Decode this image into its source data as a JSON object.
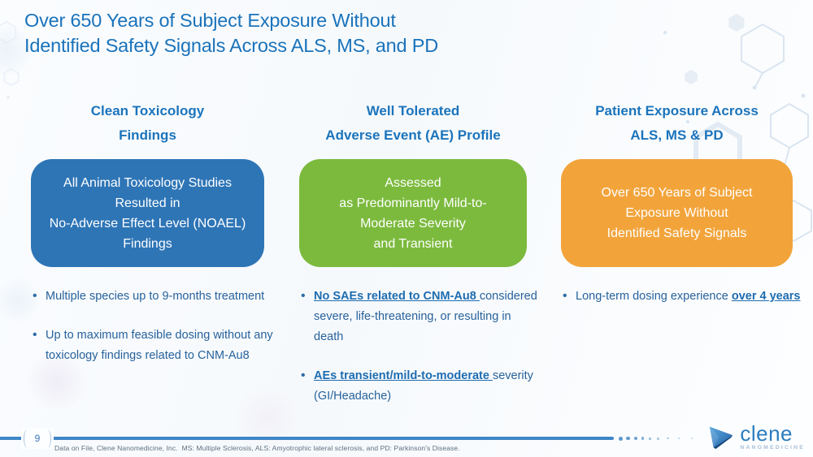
{
  "slide": {
    "title": "Over 650 Years of Subject Exposure Without\nIdentified Safety Signals Across ALS, MS, and PD"
  },
  "columns": [
    {
      "header": "Clean Toxicology\nFindings",
      "box": {
        "text": "All Animal Toxicology Studies\nResulted in\nNo-Adverse Effect Level (NOAEL)\nFindings",
        "color": "#2e75b6"
      },
      "bullets": [
        {
          "pre": "Multiple species up to 9-months treatment",
          "strong": "",
          "post": ""
        },
        {
          "pre": "Up to maximum feasible dosing without any toxicology findings related to CNM-Au8",
          "strong": "",
          "post": ""
        }
      ]
    },
    {
      "header": "Well Tolerated\nAdverse Event (AE) Profile",
      "box": {
        "text": "Assessed\nas Predominantly Mild-to-\nModerate Severity\nand Transient",
        "color": "#7cba3e"
      },
      "bullets": [
        {
          "pre": "",
          "strong": "No SAEs related to CNM-Au8 ",
          "post": "considered severe, life-threatening, or resulting in death"
        },
        {
          "pre": "",
          "strong": "AEs transient/mild-to-moderate ",
          "post": "severity (GI/Headache)"
        }
      ]
    },
    {
      "header": "Patient Exposure Across\nALS, MS & PD",
      "box": {
        "text": "Over 650 Years of Subject\nExposure Without\nIdentified Safety Signals",
        "color": "#f2a43b"
      },
      "bullets": [
        {
          "pre": "Long-term dosing experience ",
          "strong": "over 4 years",
          "post": ""
        }
      ]
    }
  ],
  "footer": {
    "page_number": "9",
    "footnote": "Data on File, Clene Nanomedicine, Inc.  MS: Multiple Sclerosis, ALS: Amyotrophic lateral sclerosis, and PD: Parkinson's Disease.",
    "logo": {
      "name": "clene",
      "subtitle": "NANOMEDICINE"
    }
  },
  "colors": {
    "title_blue": "#1a73bb",
    "header_blue": "#1b74bc",
    "box_blue": "#2e75b6",
    "box_green": "#7cba3e",
    "box_orange": "#f2a43b",
    "bullet_text": "#27629c",
    "footer_line": "#3e86c6",
    "logo_blue": "#2b7cc0"
  }
}
